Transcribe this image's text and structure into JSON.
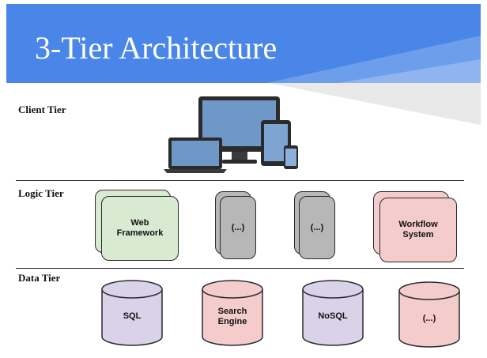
{
  "header": {
    "title": "3-Tier Architecture",
    "color": "#4a86e8"
  },
  "tiers": {
    "client": {
      "label": "Client Tier"
    },
    "logic": {
      "label": "Logic Tier",
      "components": [
        {
          "line1": "Web",
          "line2": "Framework",
          "color": "#d9ead3"
        },
        {
          "line1": "(...)",
          "line2": "",
          "color": "#b7b7b7"
        },
        {
          "line1": "(...)",
          "line2": "",
          "color": "#b7b7b7"
        },
        {
          "line1": "Workflow",
          "line2": "System",
          "color": "#f4cccc"
        }
      ]
    },
    "data": {
      "label": "Data Tier",
      "stores": [
        {
          "line1": "SQL",
          "line2": "",
          "color": "#d9d2e9"
        },
        {
          "line1": "Search",
          "line2": "Engine",
          "color": "#f4cccc"
        },
        {
          "line1": "NoSQL",
          "line2": "",
          "color": "#d9d2e9"
        },
        {
          "line1": "(...)",
          "line2": "",
          "color": "#f4cccc"
        }
      ]
    }
  }
}
